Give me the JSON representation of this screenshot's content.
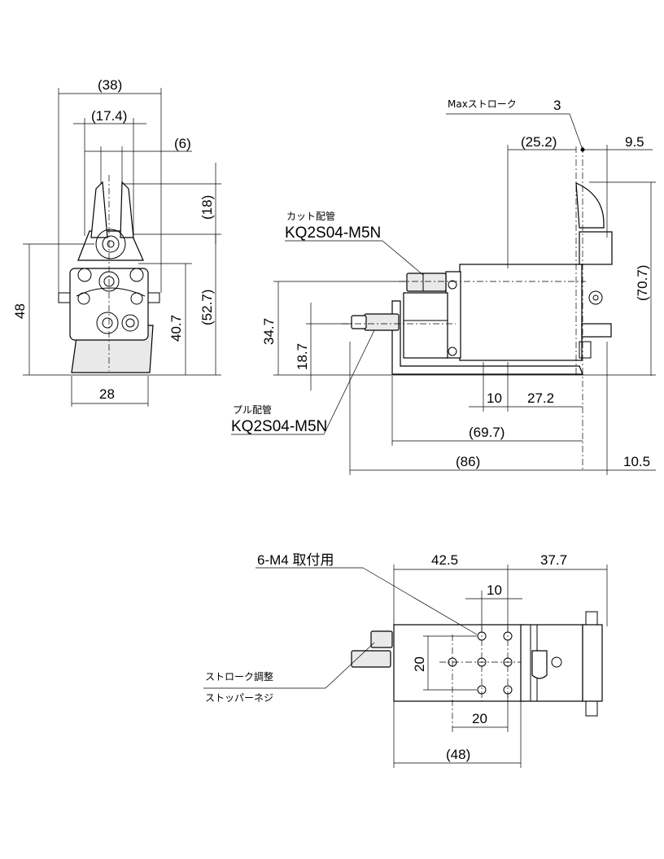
{
  "front_view": {
    "dims": {
      "width_overall": "(38)",
      "width_inner": "(17.4)",
      "blade_gap": "(6)",
      "blade_height": "(18)",
      "height_48": "48",
      "height_40_7": "40.7",
      "height_52_7": "(52.7)",
      "base_width": "28"
    }
  },
  "side_view": {
    "max_stroke_label": "Maxストローク",
    "max_stroke_value": "3",
    "cut_pipe_label": "カット配管",
    "cut_pipe_part": "KQ2S04-M5N",
    "pull_pipe_label": "プル配管",
    "pull_pipe_part": "KQ2S04-M5N",
    "dims": {
      "d25_2": "(25.2)",
      "d9_5": "9.5",
      "d70_7": "(70.7)",
      "d34_7": "34.7",
      "d18_7": "18.7",
      "d10": "10",
      "d27_2": "27.2",
      "d69_7": "(69.7)",
      "d86": "(86)",
      "d10_5": "10.5"
    }
  },
  "top_view": {
    "mount_label": "6-M4 取付用",
    "stroke_adjust_line1": "ストローク調整",
    "stroke_adjust_line2": "ストッパーネジ",
    "dims": {
      "d42_5": "42.5",
      "d37_7": "37.7",
      "d10": "10",
      "d20_v": "20",
      "d20_h": "20",
      "d48": "(48)"
    }
  }
}
